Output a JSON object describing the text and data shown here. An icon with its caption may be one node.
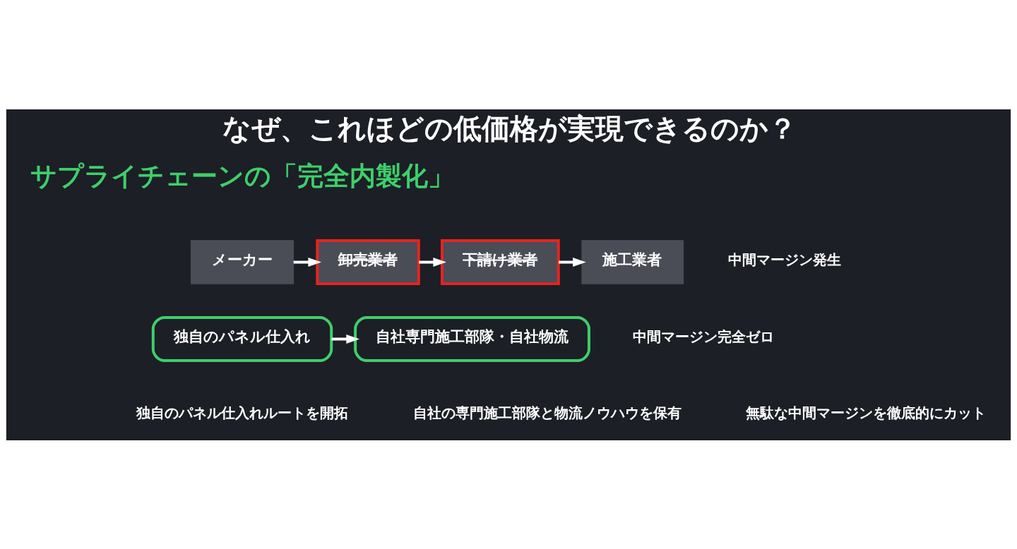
{
  "diagram": {
    "title": "なぜ、これほどの低価格が実現できるのか？",
    "nodes": [
      {
        "text": [
          "メーカー"
        ]
      },
      {
        "text": [
          "卸売業者"
        ]
      },
      {
        "text": [
          "下請け業者"
        ]
      },
      {
        "text": [
          "施工業者"
        ],
        "beside": [
          "中間マージン発生"
        ]
      },
      {
        "text": [
          "独自のパネル仕入れ"
        ]
      },
      {
        "text": [
          "自社専門施工部隊・自社物流"
        ],
        "beside": [
          "中間マージン完全ゼロ"
        ]
      }
    ],
    "edges": [
      {
        "from": 0,
        "to": 1,
        "arrow": "to"
      },
      {
        "from": 1,
        "to": 2,
        "arrow": "to"
      },
      {
        "from": 2,
        "to": 3,
        "arrow": "to"
      },
      {
        "from": 4,
        "to": 5,
        "arrow": "to"
      }
    ],
    "labels": [
      "サプライチェーンの「完全内製化」",
      "独自のパネル仕入れルートを開拓",
      "自社の専門施工部隊と物流ノウハウを保有",
      "無駄な中間マージンを徹底的にカット"
    ]
  }
}
